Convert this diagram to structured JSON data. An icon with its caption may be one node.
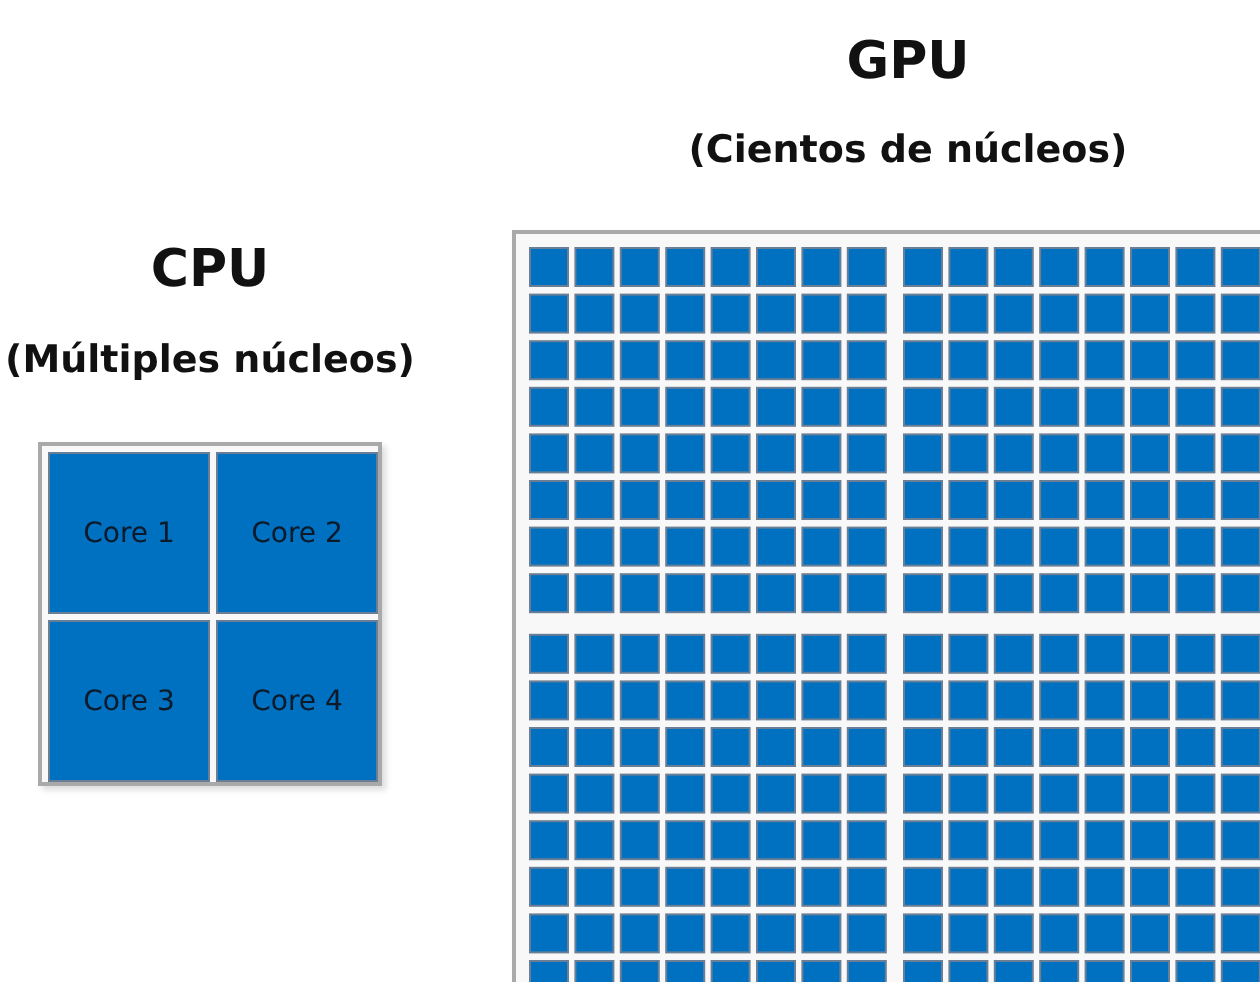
{
  "diagram": {
    "nodes": [
      {
        "text": [
          "CPU",
          "(Múltiples núcleos)"
        ]
      },
      {
        "text": [
          "Core 1"
        ],
        "in": 0
      },
      {
        "text": [
          "Core 2"
        ],
        "in": 0
      },
      {
        "text": [
          "Core 3"
        ],
        "in": 0
      },
      {
        "text": [
          "Core 4"
        ],
        "in": 0
      },
      {
        "text": [
          "GPU",
          "(Cientos de núcleos)"
        ]
      }
    ]
  }
}
